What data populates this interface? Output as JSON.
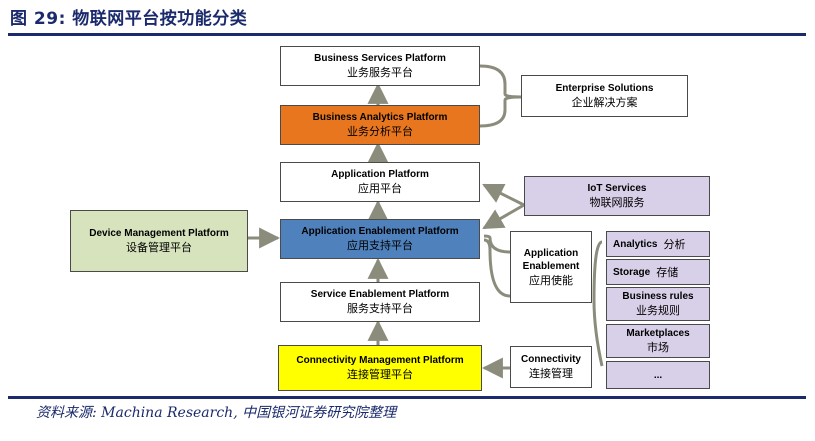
{
  "figure": {
    "title": "图 29: 物联网平台按功能分类",
    "source": "资料来源: Machina Research, 中国银河证券研究院整理"
  },
  "stack": {
    "business_services": {
      "en": "Business Services Platform",
      "zh": "业务服务平台"
    },
    "business_analytics": {
      "en": "Business Analytics Platform",
      "zh": "业务分析平台"
    },
    "application": {
      "en": "Application Platform",
      "zh": "应用平台"
    },
    "application_enablement": {
      "en": "Application Enablement Platform",
      "zh": "应用支持平台"
    },
    "service_enablement": {
      "en": "Service Enablement Platform",
      "zh": "服务支持平台"
    },
    "connectivity_management": {
      "en": "Connectivity Management Platform",
      "zh": "连接管理平台"
    }
  },
  "device_management": {
    "en": "Device Management Platform",
    "zh": "设备管理平台"
  },
  "enterprise_solutions": {
    "en": "Enterprise Solutions",
    "zh": "企业解决方案"
  },
  "iot_services": {
    "en": "IoT Services",
    "zh": "物联网服务"
  },
  "app_enablement_side": {
    "en": "Application Enablement",
    "zh": "应用使能"
  },
  "connectivity_side": {
    "en": "Connectivity",
    "zh": "连接管理"
  },
  "capabilities": [
    {
      "en": "Analytics",
      "zh": "分析"
    },
    {
      "en": "Storage",
      "zh": "存储"
    },
    {
      "en": "Business rules",
      "zh": "业务规则"
    },
    {
      "en": "Marketplaces",
      "zh": "市场"
    },
    {
      "en": "...",
      "zh": ""
    }
  ],
  "colors": {
    "title_navy": "#1a2a6c",
    "analytics_orange": "#e8761f",
    "enablement_blue": "#4f81bd",
    "device_green": "#d6e3bc",
    "connectivity_yellow": "#ffff00",
    "lilac": "#d8d0e8"
  }
}
